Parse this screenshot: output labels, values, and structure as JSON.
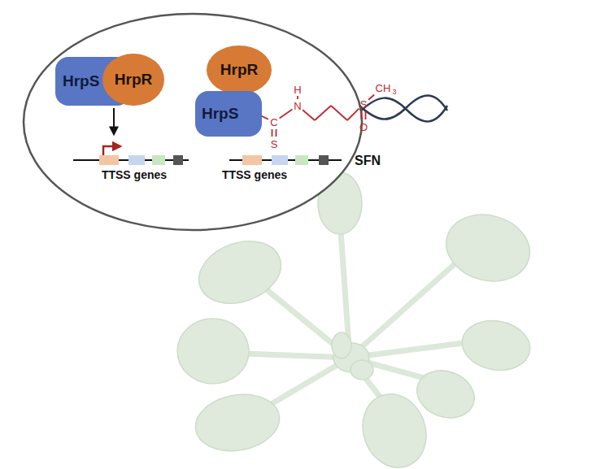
{
  "diagram": {
    "nodes": [
      {
        "text": [
          "HrpS"
        ]
      },
      {
        "text": [
          "HrpR"
        ]
      },
      {
        "text": [
          "HrpR"
        ]
      },
      {
        "text": [
          "HrpS"
        ]
      }
    ],
    "labels": [
      "TTSS genes",
      "TTSS genes",
      "H",
      "N",
      "C",
      "S",
      "S",
      "O",
      "CH",
      "3",
      "SFN"
    ]
  }
}
